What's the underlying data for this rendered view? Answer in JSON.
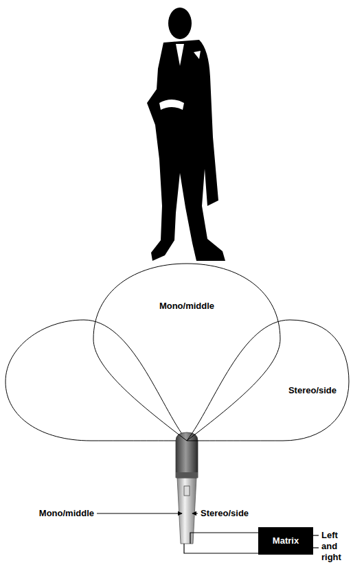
{
  "diagram": {
    "nodes": [
      {
        "text": [
          "Mono/middle"
        ]
      },
      {
        "text": [
          "Stereo/side"
        ]
      },
      {
        "text": [
          "Matrix"
        ]
      }
    ],
    "labels": [
      "Mono/middle",
      "Stereo/side",
      "Left and right"
    ]
  }
}
